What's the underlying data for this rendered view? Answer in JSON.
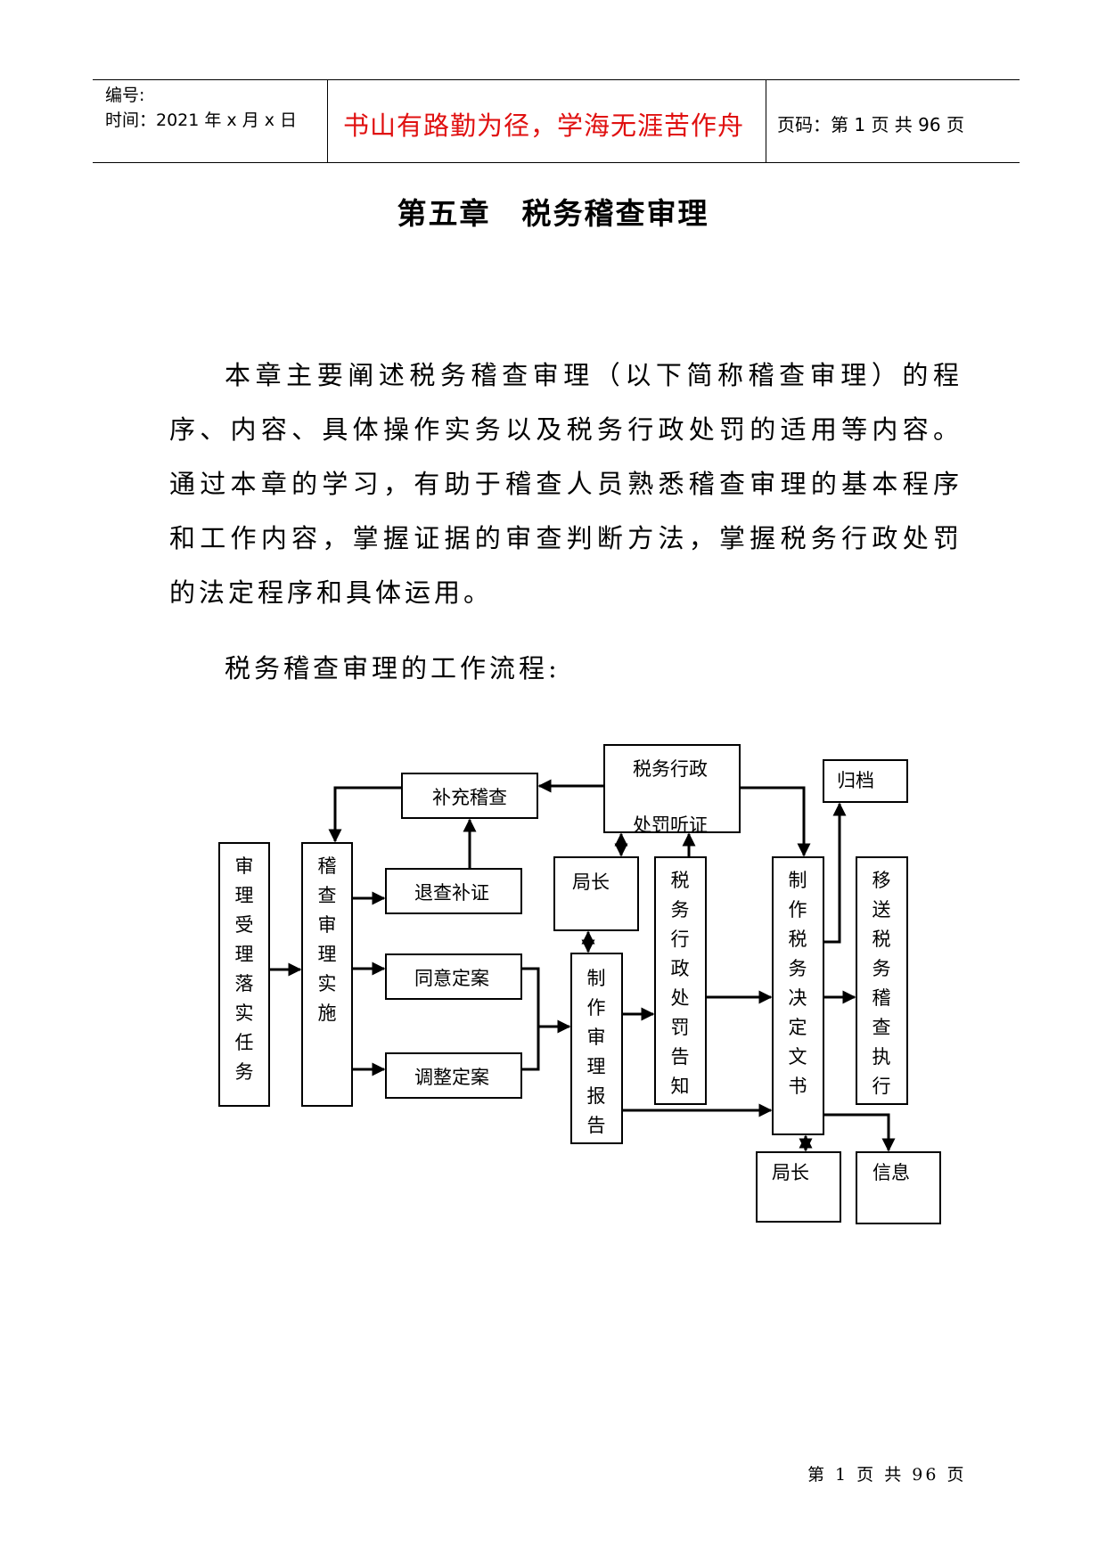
{
  "header": {
    "number_label": "编号:",
    "time_label": "时间：2021 年 x 月 x 日",
    "motto": "书山有路勤为径，学海无涯苦作舟",
    "page_code": "页码：第 1 页  共 96 页"
  },
  "title": "第五章　税务稽查审理",
  "intro_paragraph": "本章主要阐述税务稽查审理（以下简称稽查审理）的程序、内容、具体操作实务以及税务行政处罚的适用等内容。通过本章的学习，有助于稽查人员熟悉稽查审理的基本程序和工作内容，掌握证据的审查判断方法，掌握税务行政处罚的法定程序和具体运用。",
  "flow_title": "税务稽查审理的工作流程:",
  "flowchart": {
    "nodes": {
      "accept": "审理受理落实任务",
      "implement": "稽查审理实施",
      "supplement": "补充稽查",
      "return_evidence": "退查补证",
      "agree": "同意定案",
      "adjust": "调整定案",
      "hearing_line1": "税务行政",
      "hearing_line2": "处罚听证",
      "director_1": "局长",
      "report": "制作审理报告",
      "penalty_notice": "税务行政处罚告知",
      "decision": "制作税务决定文书",
      "archive": "归档",
      "transfer": "移送税务稽查执行",
      "director_2": "局长",
      "info": "信息"
    }
  },
  "footer": {
    "page_text": "第 1 页 共 96 页"
  }
}
